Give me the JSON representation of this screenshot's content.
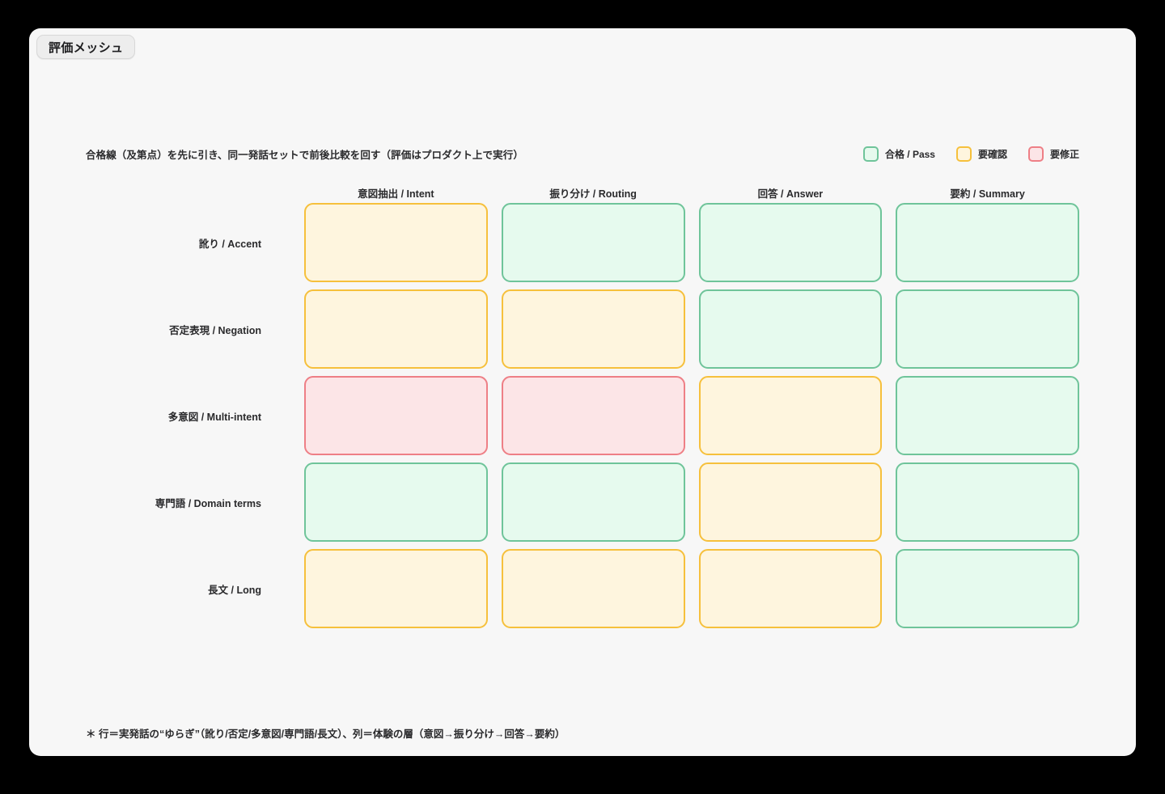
{
  "card": {
    "title_chip": "評価メッシュ",
    "subtitle": "合格線（及第点）を先に引き、同一発話セットで前後比較を回す（評価はプロダクト上で実行）",
    "footnote": "＊ 行＝実発話の“ゆらぎ”（訛り/否定/多意図/専門語/長文）、列＝体験の層（意図→振り分け→回答→要約）"
  },
  "legend": {
    "items": [
      {
        "label": "合格 / Pass",
        "status": "pass",
        "color": "#6FC49A",
        "fill": "#E6FAEE"
      },
      {
        "label": "要確認",
        "status": "warn",
        "color": "#F6C03C",
        "fill": "#FEF5DE"
      },
      {
        "label": "要修正",
        "status": "fail",
        "color": "#EE7F86",
        "fill": "#FCE5E7"
      }
    ]
  },
  "matrix": {
    "corner_label": "",
    "columns": [
      {
        "label": "意図抽出 / Intent"
      },
      {
        "label": "振り分け / Routing"
      },
      {
        "label": "回答 / Answer"
      },
      {
        "label": "要約 / Summary"
      }
    ],
    "rows": [
      {
        "label": "訛り / Accent",
        "cells": [
          "warn",
          "pass",
          "pass",
          "pass"
        ]
      },
      {
        "label": "否定表現 / Negation",
        "cells": [
          "warn",
          "warn",
          "pass",
          "pass"
        ]
      },
      {
        "label": "多意図 / Multi-intent",
        "cells": [
          "fail",
          "fail",
          "warn",
          "pass"
        ]
      },
      {
        "label": "専門語 / Domain terms",
        "cells": [
          "pass",
          "pass",
          "warn",
          "pass"
        ]
      },
      {
        "label": "長文 / Long",
        "cells": [
          "warn",
          "warn",
          "warn",
          "pass"
        ]
      }
    ]
  }
}
